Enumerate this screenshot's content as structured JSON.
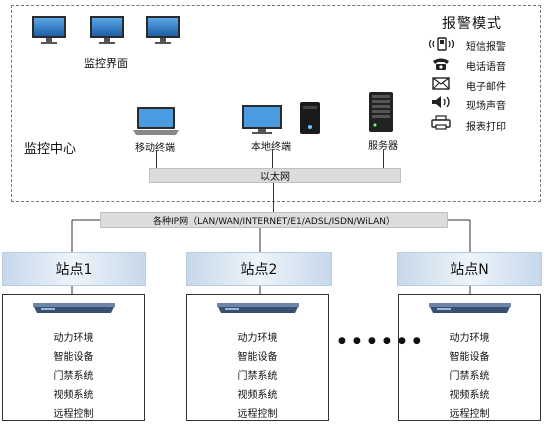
{
  "center": {
    "label": "监控中心",
    "monitor_interface": "监控界面",
    "mobile_terminal": "移动终端",
    "local_terminal": "本地终端",
    "server": "服务器",
    "ethernet": "以太网"
  },
  "alarm": {
    "title": "报警模式",
    "items": [
      "短信报警",
      "电话语音",
      "电子邮件",
      "现场声音",
      "报表打印"
    ]
  },
  "network": {
    "label": "各种IP网（LAN/WAN/INTERNET/E1/ADSL/ISDN/WiLAN）"
  },
  "sites": [
    {
      "name": "站点1",
      "items": [
        "动力环境",
        "智能设备",
        "门禁系统",
        "视频系统",
        "远程控制"
      ]
    },
    {
      "name": "站点2",
      "items": [
        "动力环境",
        "智能设备",
        "门禁系统",
        "视频系统",
        "远程控制"
      ]
    },
    {
      "name": "站点N",
      "items": [
        "动力环境",
        "智能设备",
        "门禁系统",
        "视频系统",
        "远程控制"
      ]
    }
  ],
  "ellipsis": "● ● ● ● ● ●"
}
